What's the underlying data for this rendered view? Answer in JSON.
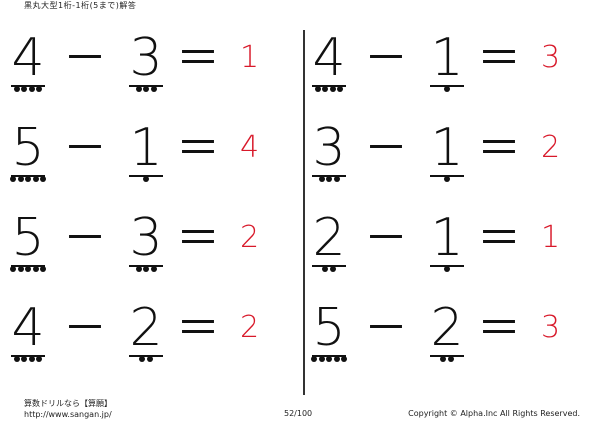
{
  "header": {
    "title": "黒丸大型1桁-1桁(5まで)解答"
  },
  "operators": {
    "minus": "－",
    "equals": "＝"
  },
  "colors": {
    "answer": "#d8192a",
    "text": "#111111"
  },
  "problems": [
    {
      "a": "4",
      "a_dots": 4,
      "b": "3",
      "b_dots": 3,
      "answer": "1"
    },
    {
      "a": "5",
      "a_dots": 5,
      "b": "1",
      "b_dots": 1,
      "answer": "4"
    },
    {
      "a": "5",
      "a_dots": 5,
      "b": "3",
      "b_dots": 3,
      "answer": "2"
    },
    {
      "a": "4",
      "a_dots": 4,
      "b": "2",
      "b_dots": 2,
      "answer": "2"
    },
    {
      "a": "4",
      "a_dots": 4,
      "b": "1",
      "b_dots": 1,
      "answer": "3"
    },
    {
      "a": "3",
      "a_dots": 3,
      "b": "1",
      "b_dots": 1,
      "answer": "2"
    },
    {
      "a": "2",
      "a_dots": 2,
      "b": "1",
      "b_dots": 1,
      "answer": "1"
    },
    {
      "a": "5",
      "a_dots": 5,
      "b": "2",
      "b_dots": 2,
      "answer": "3"
    }
  ],
  "footer": {
    "site_name": "算数ドリルなら【算願】",
    "url": "http://www.sangan.jp/",
    "page": "52/100",
    "copyright": "Copyright © Alpha.Inc All Rights Reserved."
  }
}
